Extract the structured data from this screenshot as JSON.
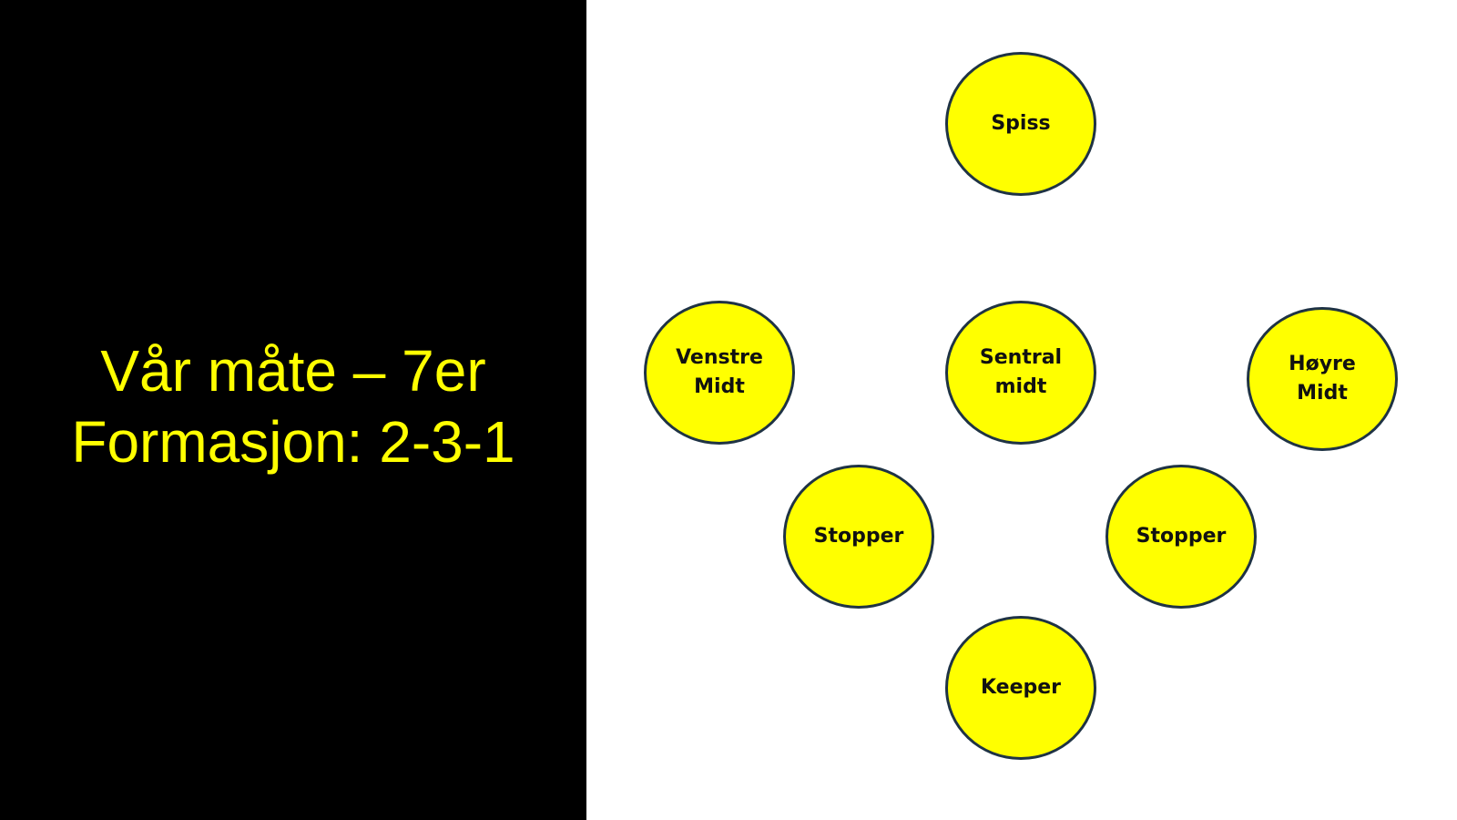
{
  "title": {
    "line1": "Vår måte – 7er",
    "line2": "Formasjon: 2-3-1"
  },
  "colors": {
    "left_background": "#000000",
    "title_text": "#ffff00",
    "player_fill": "#ffff00",
    "player_border": "#1f3344",
    "player_text": "#111111"
  },
  "players": {
    "spiss": [
      "Spiss"
    ],
    "venstre_midt": [
      "Venstre",
      "Midt"
    ],
    "sentral_midt": [
      "Sentral",
      "midt"
    ],
    "hoyre_midt": [
      "Høyre",
      "Midt"
    ],
    "stopper_left": [
      "Stopper"
    ],
    "stopper_right": [
      "Stopper"
    ],
    "keeper": [
      "Keeper"
    ]
  }
}
